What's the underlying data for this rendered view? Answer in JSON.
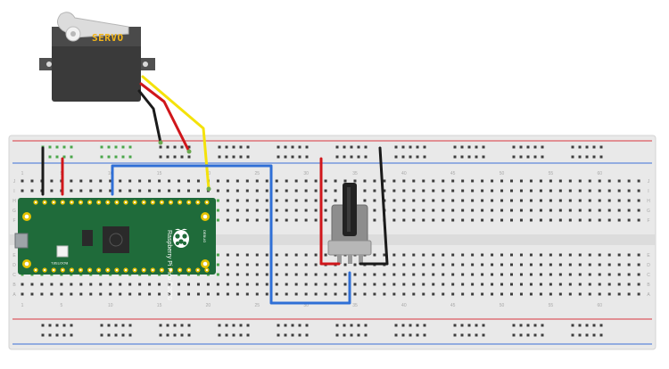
{
  "servo": {
    "label": "SERVO",
    "body_color": "#3a3a3a",
    "label_color": "#f2b51b"
  },
  "pico": {
    "board_text": "Raspberry Pi Pico ©2020",
    "board_color": "#1f6b3a",
    "pad_color": "#e6c200",
    "logo_text": "BOOTSEL",
    "debug_text": "DEBUG"
  },
  "breadboard": {
    "body_color": "#e9e9e9",
    "rail_red": "#d9363e",
    "rail_blue": "#3b6fd6",
    "column_numbers": [
      "1",
      "5",
      "10",
      "15",
      "20",
      "25",
      "30",
      "35",
      "40",
      "45",
      "50",
      "55",
      "60"
    ],
    "row_letters_top": [
      "J",
      "I",
      "H",
      "G",
      "F"
    ],
    "row_letters_bottom": [
      "E",
      "D",
      "C",
      "B",
      "A"
    ]
  },
  "wires": {
    "black": "#1a1a1a",
    "red": "#d0161b",
    "yellow": "#f4e20a",
    "blue": "#2f6fd6"
  },
  "potentiometer": {
    "body_color": "#8d8d8d",
    "knob_color": "#222222"
  }
}
